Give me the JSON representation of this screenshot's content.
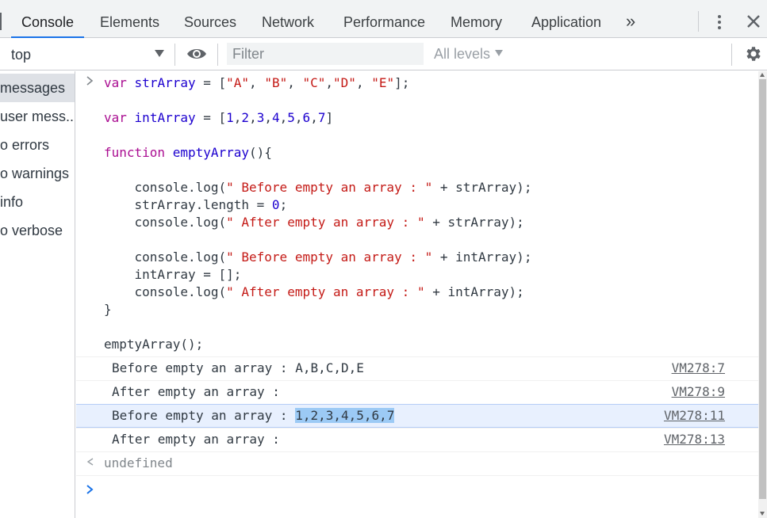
{
  "tabs": [
    {
      "label": "Console",
      "active": true
    },
    {
      "label": "Elements"
    },
    {
      "label": "Sources"
    },
    {
      "label": "Network"
    },
    {
      "label": "Performance"
    },
    {
      "label": "Memory"
    },
    {
      "label": "Application"
    }
  ],
  "toolbar": {
    "more_tabs_glyph": "»",
    "context": "top",
    "filter_placeholder": "Filter",
    "levels": "All levels",
    "icons": [
      "eye-icon",
      "settings-gear-icon",
      "kebab-menu-icon",
      "close-icon"
    ]
  },
  "sidebar": {
    "items": [
      {
        "label": "messages",
        "selected": true
      },
      {
        "label": "user mess..."
      },
      {
        "label": "o errors"
      },
      {
        "label": "o warnings"
      },
      {
        "label": "info"
      },
      {
        "label": "o verbose"
      }
    ]
  },
  "code": {
    "l1": {
      "kw": "var",
      "name": "strArray",
      "rest1": " = [",
      "items": [
        "\"A\"",
        "\"B\"",
        "\"C\"",
        "\"D\"",
        "\"E\""
      ],
      "close": "];"
    },
    "l2": {
      "kw": "var",
      "name": "intArray",
      "rest": " = [",
      "nums": [
        "1",
        "2",
        "3",
        "4",
        "5",
        "6",
        "7"
      ],
      "close": "]"
    },
    "l3": {
      "kw": "function",
      "name": "emptyArray",
      "tail": "(){"
    },
    "l4": {
      "pre": "    console.log(",
      "str": "\" Before empty an array : \"",
      "post": " + strArray);"
    },
    "l5": {
      "pre": "    strArray.length = ",
      "num": "0",
      "post": ";"
    },
    "l6": {
      "pre": "    console.log(",
      "str": "\" After empty an array : \"",
      "post": " + strArray);"
    },
    "l7": {
      "pre": "    console.log(",
      "str": "\" Before empty an array : \"",
      "post": " + intArray);"
    },
    "l8": {
      "pre": "    intArray = [];"
    },
    "l9": {
      "pre": "    console.log(",
      "str": "\" After empty an array : \"",
      "post": " + intArray);"
    },
    "l10": {
      "pre": "}"
    },
    "l11": {
      "pre": "emptyArray();"
    }
  },
  "logs": [
    {
      "text": "Before empty an array : A,B,C,D,E",
      "source": "VM278:7"
    },
    {
      "text": "After empty an array : ",
      "source": "VM278:9"
    },
    {
      "prefix": "Before empty an array : ",
      "selected": "1,2,3,4,5,6,7",
      "source": "VM278:11"
    },
    {
      "text": "After empty an array : ",
      "source": "VM278:13"
    }
  ],
  "result": "undefined",
  "colors": {
    "accent": "#1a73e8",
    "keyword": "#aa0d91",
    "string": "#c41a16",
    "number": "#1c00cf",
    "highlight": "#e8f0fe"
  }
}
